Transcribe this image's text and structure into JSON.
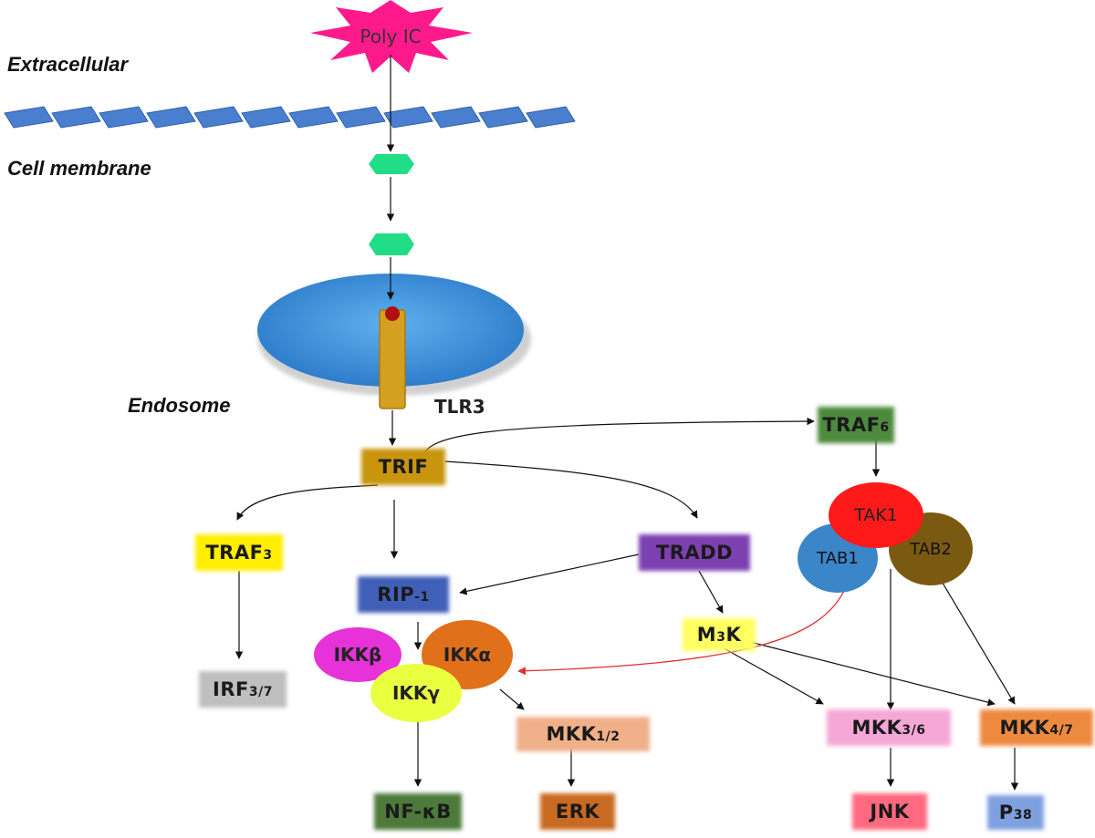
{
  "regions": {
    "extracellular": "Extracellular",
    "cell_membrane": "Cell membrane",
    "endosome": "Endosome"
  },
  "nodes": {
    "poly_ic": "Poly IC",
    "tlr3": "TLR3",
    "trif": "TRIF",
    "traf6_main": "TRAF",
    "traf6_sub": "6",
    "traf3_main": "TRAF",
    "traf3_sub": "3",
    "tradd": "TRADD",
    "rip1_main": "RIP",
    "rip1_sub": "-1",
    "tak1": "TAK1",
    "tab1": "TAB1",
    "tab2": "TAB2",
    "ikkb": "IKKβ",
    "ikka": "IKKα",
    "ikkg": "IKKγ",
    "m3k_main": "M",
    "m3k_sub": "3",
    "m3k_tail": "K",
    "irf_main": "IRF",
    "irf_sub": "3/7",
    "mkk12_main": "MKK",
    "mkk12_sub": "1/2",
    "mkk36_main": "MKK",
    "mkk36_sub": "3/6",
    "mkk47_main": "MKK",
    "mkk47_sub": "4/7",
    "nfkb": "NF-κB",
    "erk": "ERK",
    "jnk": "JNK",
    "p38_main": "P",
    "p38_sub": "38"
  },
  "colors": {
    "poly_ic": "#ff1a8c",
    "membrane": "#4a7fd0",
    "receptor_ligand": "#22dd88",
    "endosome": "#3a8fd8",
    "tlr3": "#d4a020",
    "trif": "#c8950a",
    "traf6": "#4e8a3c",
    "traf3": "#ffee00",
    "tradd": "#7b3fb0",
    "rip1": "#3f5fb8",
    "tak1": "#ff1a1a",
    "tab1": "#3a86c8",
    "tab2": "#7a5a10",
    "ikkb": "#e632d8",
    "ikka": "#e0701a",
    "ikkg": "#eaff40",
    "m3k": "#ffff60",
    "irf": "#bfbfbf",
    "mkk12": "#f0b08a",
    "mkk36": "#f5a8d8",
    "mkk47": "#ee8a40",
    "nfkb": "#4e7a3a",
    "erk": "#c86a20",
    "jnk": "#ff6a80",
    "p38": "#7fa0e0",
    "tab1_to_ikk_arrow": "#e03030"
  }
}
